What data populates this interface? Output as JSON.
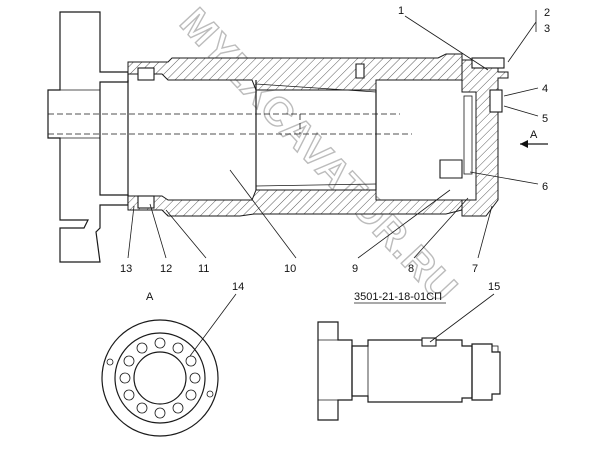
{
  "callouts": [
    "1",
    "2",
    "3",
    "4",
    "5",
    "6",
    "7",
    "8",
    "9",
    "10",
    "11",
    "12",
    "13",
    "14",
    "15"
  ],
  "view_label": "A",
  "view_arrow_label": "A",
  "part_code": "3501-21-18-01СП",
  "watermark": "MYEXCAVATOR.RU"
}
